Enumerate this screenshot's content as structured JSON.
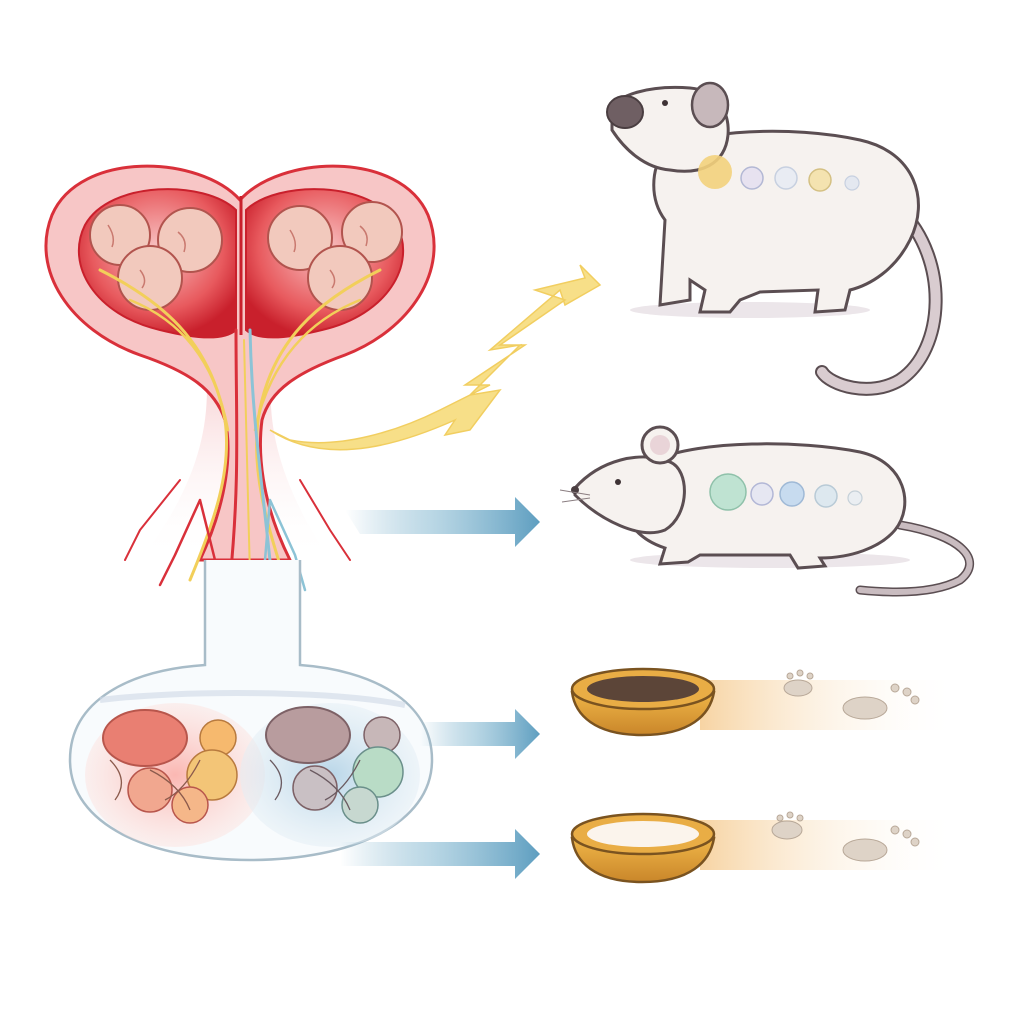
{
  "figure": {
    "text_labels": [],
    "colors": {
      "background": "#ffffff",
      "tissue_red": "#d9303a",
      "tissue_pink": "#f4b9bc",
      "neuron_pink": "#f2c9bd",
      "nerve_yellow": "#f2cf5a",
      "nerve_blue": "#8cc3d6",
      "arrow_yellow": "#f7dc7c",
      "arrow_blue": "#7fb2cc",
      "bowl_gold": "#e3a33a",
      "bowl_rim": "#6b4a1c",
      "animal_white": "#f6f2ef",
      "animal_outline": "#5b4e52",
      "food_brown": "#6b5245",
      "water_white": "#fbf4ec"
    },
    "parts": [
      "brain-tissue-upper",
      "neuron-cluster-left",
      "neuron-cluster-right",
      "nerve-fibers",
      "lower-chamber",
      "cell-cluster-warm",
      "cell-cluster-cool",
      "arrow-yellow-lightning",
      "arrow-blue",
      "standing-animal",
      "lying-mouse",
      "food-bowl",
      "water-bowl",
      "paw-prints"
    ],
    "icons": [
      "brain-icon",
      "lightning-arrow-icon",
      "arrow-right-icon",
      "mouse-icon",
      "bowl-icon",
      "paw-print-icon"
    ]
  }
}
